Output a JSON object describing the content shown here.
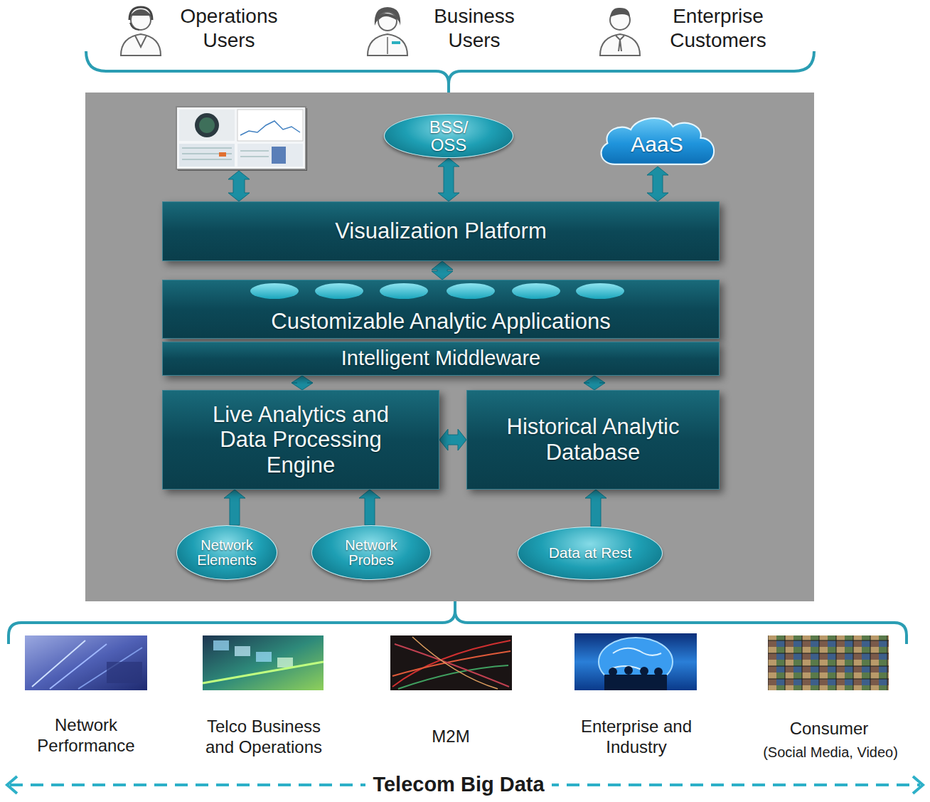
{
  "diagram": {
    "nodes": [
      {
        "text": [
          "BSS/ OSS"
        ]
      },
      {
        "text": [
          "AaaS"
        ]
      },
      {
        "text": [
          "Visualization Platform"
        ]
      },
      {
        "text": [
          "Customizable Analytic Applications"
        ]
      },
      {
        "text": [
          "Intelligent Middleware"
        ]
      },
      {
        "text": [
          "Live Analytics and Data Processing Engine"
        ]
      },
      {
        "text": [
          "Historical Analytic Database"
        ]
      },
      {
        "text": [
          "Network Elements"
        ]
      },
      {
        "text": [
          "Network Probes"
        ]
      },
      {
        "text": [
          "Data at Rest"
        ]
      }
    ],
    "edges": [
      {
        "from": 0,
        "to": 2,
        "arrow": "both"
      },
      {
        "from": 1,
        "to": 2,
        "arrow": "both"
      },
      {
        "from": 2,
        "to": 3,
        "arrow": "both"
      },
      {
        "from": 4,
        "to": 5,
        "arrow": "both"
      },
      {
        "from": 4,
        "to": 6,
        "arrow": "both"
      },
      {
        "from": 5,
        "to": 6,
        "arrow": "both"
      },
      {
        "from": 7,
        "to": 5,
        "arrow": "to"
      },
      {
        "from": 8,
        "to": 5,
        "arrow": "to"
      },
      {
        "from": 9,
        "to": 6,
        "arrow": "to"
      }
    ],
    "labels": [
      "Operations Users",
      "Business Users",
      "Enterprise Customers",
      "Network Performance",
      "Telco Business and Operations",
      "M2M",
      "Enterprise and Industry",
      "Consumer",
      "(Social Media, Video)",
      "Telecom Big Data"
    ]
  }
}
